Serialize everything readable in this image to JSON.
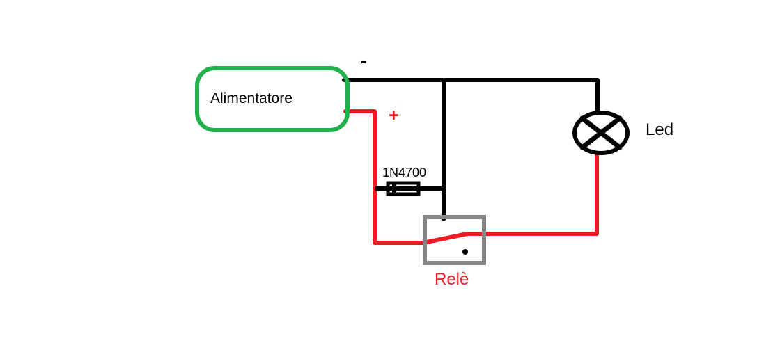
{
  "colors": {
    "background": "#ffffff",
    "negative_wire": "#000000",
    "positive_wire": "#ed1c24",
    "power_supply_outline": "#22b14c",
    "relay_outline": "#848484",
    "label_default": "#000000",
    "label_red": "#ed1c24"
  },
  "components": {
    "power_supply": {
      "label": "Alimentatore"
    },
    "negative_terminal": {
      "label": "-"
    },
    "positive_terminal": {
      "label": "+"
    },
    "diode": {
      "label": "1N4700"
    },
    "led": {
      "label": "Led"
    },
    "relay": {
      "label": "Relè"
    }
  }
}
